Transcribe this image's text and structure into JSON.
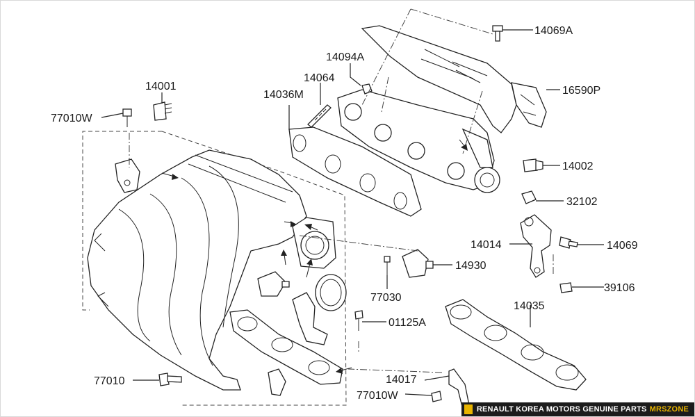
{
  "labels": {
    "p14069A": "14069A",
    "p14094A": "14094A",
    "p14064": "14064",
    "p14036M": "14036M",
    "p16590P": "16590P",
    "p14001": "14001",
    "p77010W_top": "77010W",
    "p14002": "14002",
    "p32102": "32102",
    "p14014": "14014",
    "p14069": "14069",
    "p14930": "14930",
    "p77030": "77030",
    "p39106": "39106",
    "p14035": "14035",
    "p01125A": "01125A",
    "p77010": "77010",
    "p14017": "14017",
    "p77010W_bottom": "77010W"
  },
  "footer": {
    "text": "RENAULT KOREA MOTORS GENUINE PARTS",
    "brand": "MRSZONE"
  },
  "colors": {
    "line": "#222222",
    "footer_bg": "#1c1c1c",
    "brand": "#e8b400"
  }
}
